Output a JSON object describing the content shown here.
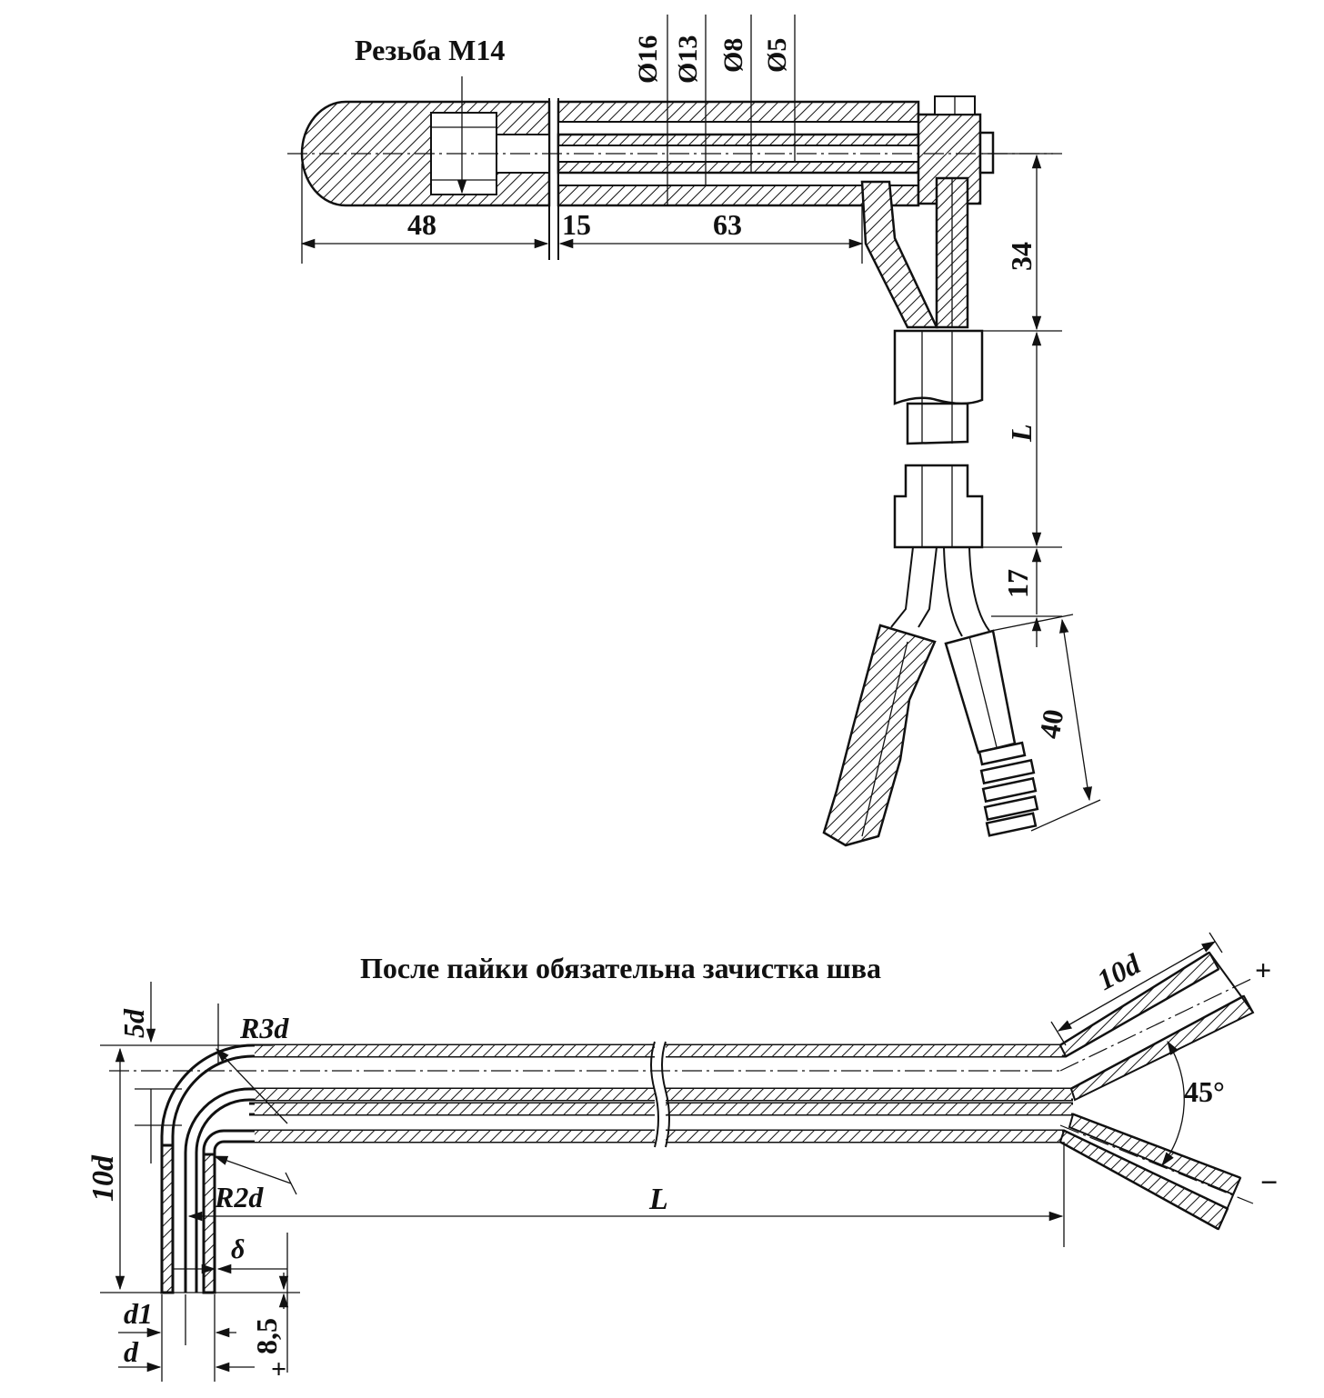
{
  "top_view": {
    "thread_label": "Резьба М14",
    "diameters": [
      "Ø16",
      "Ø13",
      "Ø8",
      "Ø5"
    ],
    "dims": {
      "d48": "48",
      "d15": "15",
      "d63": "63",
      "d34": "34",
      "dL": "L",
      "d17": "17",
      "d40": "40"
    }
  },
  "bottom_view": {
    "note": "После пайки обязательна зачистка шва",
    "dims": {
      "d5d": "5d",
      "d10d_left": "10d",
      "r3d": "R3d",
      "r2d": "R2d",
      "dL": "L",
      "delta": "δ",
      "d85": "8,5",
      "d1": "d1",
      "d": "d",
      "d10d_right": "10d",
      "angle": "45°"
    },
    "signs": {
      "plus_top": "+",
      "minus": "−",
      "plus_bottom": "+"
    }
  }
}
